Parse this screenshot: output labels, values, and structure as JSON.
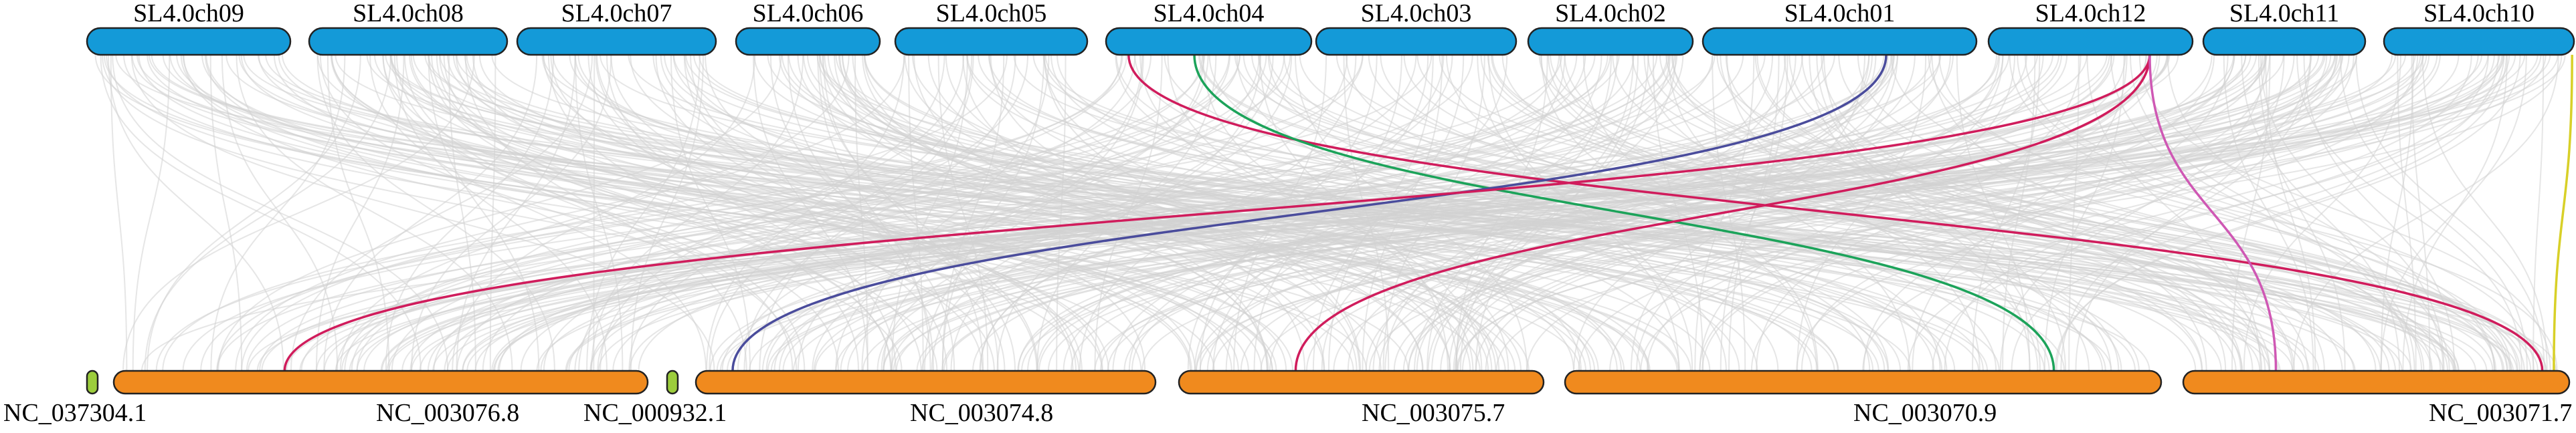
{
  "diagram": {
    "top_color": "#149ad8",
    "bottom_color": "#f08a1e",
    "small_color": "#9ccd3c",
    "background_link_color": "#d2d2d2",
    "top_chromosomes": [
      {
        "id": "SL4.0ch09",
        "label": "SL4.0ch09"
      },
      {
        "id": "SL4.0ch08",
        "label": "SL4.0ch08"
      },
      {
        "id": "SL4.0ch07",
        "label": "SL4.0ch07"
      },
      {
        "id": "SL4.0ch06",
        "label": "SL4.0ch06"
      },
      {
        "id": "SL4.0ch05",
        "label": "SL4.0ch05"
      },
      {
        "id": "SL4.0ch04",
        "label": "SL4.0ch04"
      },
      {
        "id": "SL4.0ch03",
        "label": "SL4.0ch03"
      },
      {
        "id": "SL4.0ch02",
        "label": "SL4.0ch02"
      },
      {
        "id": "SL4.0ch01",
        "label": "SL4.0ch01"
      },
      {
        "id": "SL4.0ch12",
        "label": "SL4.0ch12"
      },
      {
        "id": "SL4.0ch11",
        "label": "SL4.0ch11"
      },
      {
        "id": "SL4.0ch10",
        "label": "SL4.0ch10"
      }
    ],
    "bottom_chromosomes": [
      {
        "id": "NC_037304.1",
        "label": "NC_037304.1",
        "small": true
      },
      {
        "id": "NC_003076.8",
        "label": "NC_003076.8",
        "small": false
      },
      {
        "id": "NC_000932.1",
        "label": "NC_000932.1",
        "small": true
      },
      {
        "id": "NC_003074.8",
        "label": "NC_003074.8",
        "small": false
      },
      {
        "id": "NC_003075.7",
        "label": "NC_003075.7",
        "small": false
      },
      {
        "id": "NC_003070.9",
        "label": "NC_003070.9",
        "small": false
      },
      {
        "id": "NC_003071.7",
        "label": "NC_003071.7",
        "small": false
      }
    ],
    "highlight_links": [
      {
        "from": "SL4.0ch04",
        "to": "NC_003071.7",
        "color": "#d01c5c"
      },
      {
        "from": "SL4.0ch04",
        "to": "NC_003070.9",
        "color": "#1ca35a"
      },
      {
        "from": "SL4.0ch01",
        "to": "NC_003074.8",
        "color": "#4a4c9c"
      },
      {
        "from": "SL4.0ch12",
        "to": "NC_003076.8",
        "color": "#d01c5c"
      },
      {
        "from": "SL4.0ch12",
        "to": "NC_003075.7",
        "color": "#d01c5c"
      },
      {
        "from": "SL4.0ch12",
        "to": "NC_003071.7",
        "color": "#cf58b4"
      },
      {
        "from": "SL4.0ch10",
        "to": "NC_003071.7",
        "color": "#d8d028"
      }
    ]
  }
}
